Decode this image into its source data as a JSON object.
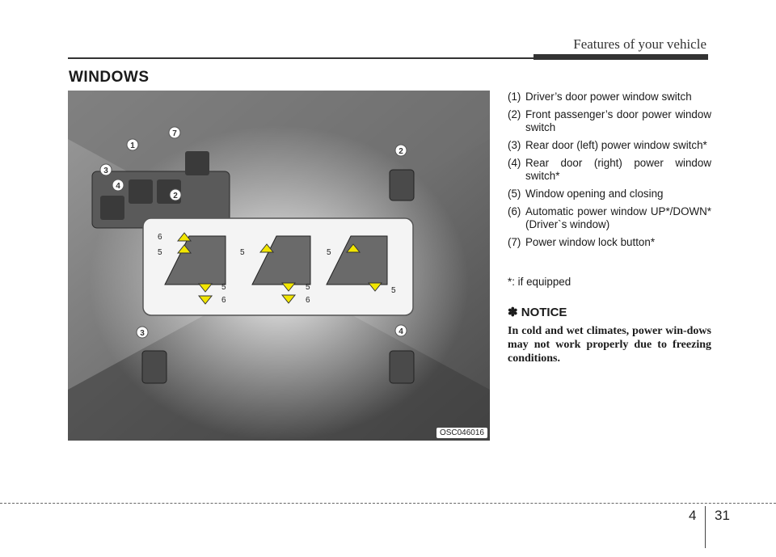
{
  "header": {
    "title": "Features of your vehicle"
  },
  "section": {
    "title": "WINDOWS"
  },
  "figure": {
    "code": "OSC046016",
    "callouts": [
      "1",
      "2",
      "3",
      "4",
      "7",
      "2",
      "3",
      "4"
    ],
    "inset_labels": [
      "6",
      "5",
      "5",
      "6",
      "5",
      "5",
      "6",
      "5",
      "5"
    ],
    "colors": {
      "arrow_fill": "#f2e600",
      "badge_fill": "#ffffff",
      "badge_text": "#333333",
      "inset_bg": "#f4f4f4"
    }
  },
  "list": [
    {
      "num": "(1)",
      "text": "Driver’s door power window switch"
    },
    {
      "num": "(2)",
      "text": "Front passenger’s door power window switch"
    },
    {
      "num": "(3)",
      "text": "Rear door (left) power window switch*"
    },
    {
      "num": "(4)",
      "text": "Rear door (right) power window switch*"
    },
    {
      "num": "(5)",
      "text": "Window opening and closing"
    },
    {
      "num": "(6)",
      "text": "Automatic power window UP*/DOWN* (Driver`s window)"
    },
    {
      "num": "(7)",
      "text": "Power window lock button*"
    }
  ],
  "footnote": "*: if equipped",
  "notice": {
    "symbol": "✽",
    "title": "NOTICE",
    "body": "In cold and wet climates, power win-dows may not work properly due to freezing conditions."
  },
  "footer": {
    "chapter": "4",
    "page": "31"
  }
}
